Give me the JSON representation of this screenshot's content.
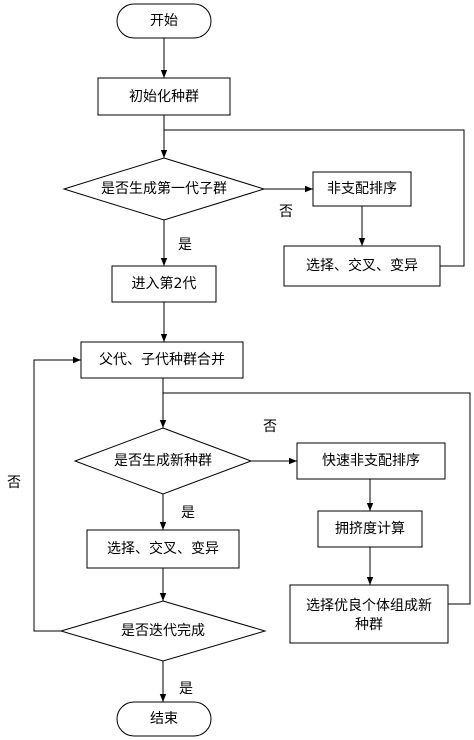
{
  "nodes": {
    "start": "开始",
    "init_population": "初始化种群",
    "is_first_gen": "是否生成第一代子群",
    "nondominated_sort": "非支配排序",
    "select_cross_mutate_1": "选择、交叉、变异",
    "enter_gen2": "进入第2代",
    "merge": "父代、子代种群合并",
    "is_new_population": "是否生成新种群",
    "fast_nondominated_sort": "快速非支配排序",
    "crowding_distance": "拥挤度计算",
    "select_elite_line1": "选择优良个体组成新",
    "select_elite_line2": "种群",
    "select_cross_mutate_2": "选择、交叉、变异",
    "is_iteration_done": "是否迭代完成",
    "end": "结束"
  },
  "edge_labels": {
    "first_gen_no": "否",
    "first_gen_yes": "是",
    "new_pop_no": "否",
    "new_pop_yes": "是",
    "iter_no": "否",
    "iter_yes": "是"
  }
}
